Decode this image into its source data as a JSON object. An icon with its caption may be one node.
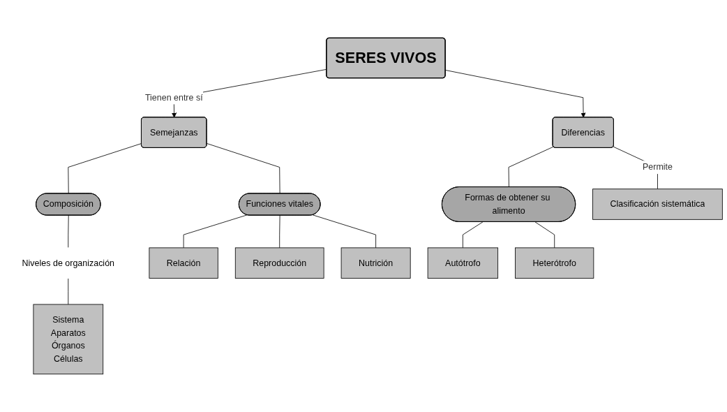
{
  "diagram": {
    "nodes": [
      {
        "text": [
          "SERES VIVOS"
        ]
      },
      {
        "text": [
          "Semejanzas"
        ]
      },
      {
        "text": [
          "Diferencias"
        ]
      },
      {
        "text": [
          "Composición"
        ]
      },
      {
        "text": [
          "Funciones vitales"
        ]
      },
      {
        "text": [
          "Formas de obtener su alimento"
        ]
      },
      {
        "text": [
          "Niveles de organización"
        ]
      },
      {
        "text": [
          "Sistema",
          "Aparatos",
          "Órganos",
          "Células"
        ]
      },
      {
        "text": [
          "Relación"
        ]
      },
      {
        "text": [
          "Reproducción"
        ]
      },
      {
        "text": [
          "Nutrición"
        ]
      },
      {
        "text": [
          "Autótrofo"
        ]
      },
      {
        "text": [
          "Heterótrofo"
        ]
      },
      {
        "text": [
          "Clasificación sistemática"
        ]
      }
    ],
    "edges": [
      {
        "from": 0,
        "to": 1,
        "arrow": "to",
        "label": "Tienen entre sí"
      },
      {
        "from": 0,
        "to": 2,
        "arrow": "to"
      },
      {
        "from": 1,
        "to": 3,
        "arrow": "none"
      },
      {
        "from": 1,
        "to": 4,
        "arrow": "none"
      },
      {
        "from": 2,
        "to": 5,
        "arrow": "none"
      },
      {
        "from": 2,
        "to": 13,
        "arrow": "none",
        "label": "Permite"
      },
      {
        "from": 3,
        "to": 6,
        "arrow": "none"
      },
      {
        "from": 6,
        "to": 7,
        "arrow": "none"
      },
      {
        "from": 4,
        "to": 8,
        "arrow": "none"
      },
      {
        "from": 4,
        "to": 9,
        "arrow": "none"
      },
      {
        "from": 4,
        "to": 10,
        "arrow": "none"
      },
      {
        "from": 5,
        "to": 11,
        "arrow": "none"
      },
      {
        "from": 5,
        "to": 12,
        "arrow": "none"
      }
    ]
  }
}
